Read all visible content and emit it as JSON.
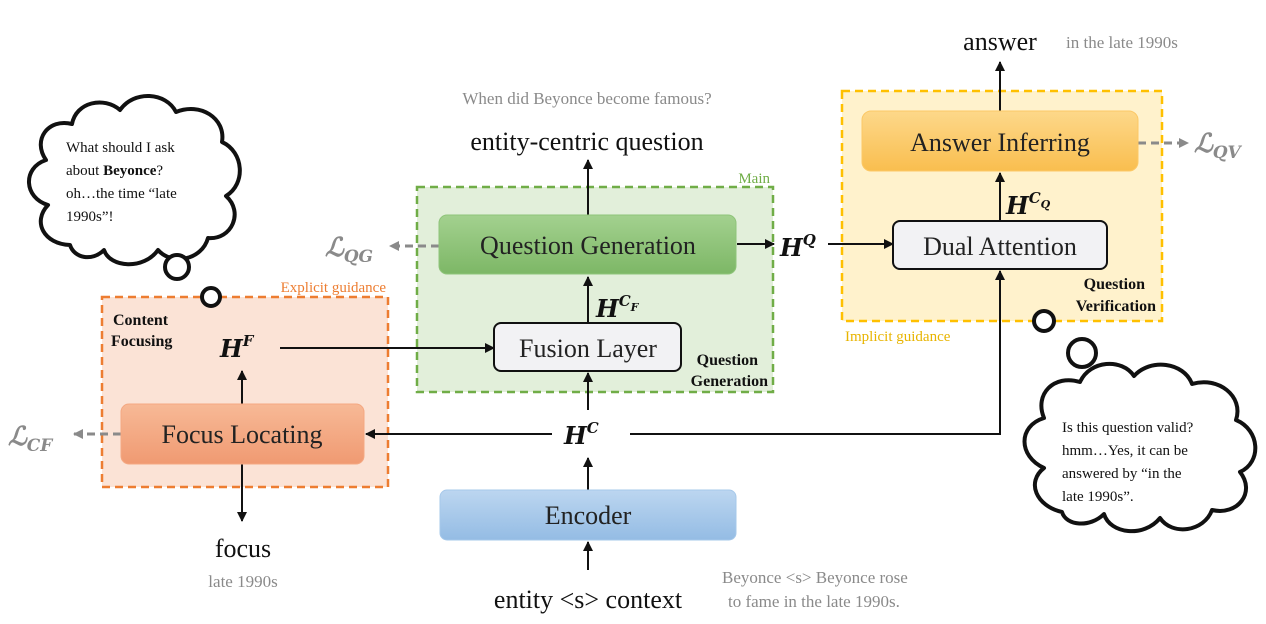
{
  "colors": {
    "focus_region_fill": "#fbe3d6",
    "focus_region_stroke": "#ed7d31",
    "main_region_fill": "#e2efda",
    "main_region_stroke": "#70ad47",
    "verify_region_fill": "#fff2cc",
    "verify_region_stroke": "#ffc000",
    "focus_box": "#f4a882",
    "qgen_box": "#8fc47a",
    "answer_box": "#fcc866",
    "encoder_box": "#a6c8ea",
    "white_box": "#f2f2f4",
    "loss_gray": "#8a8a8a"
  },
  "regions": {
    "focus": {
      "label": "Explicit guidance",
      "tag_line1": "Content",
      "tag_line2": "Focusing"
    },
    "main": {
      "label": "Main",
      "tag_line1": "Question",
      "tag_line2": "Generation"
    },
    "verify": {
      "label": "Implicit guidance",
      "tag_line1": "Question",
      "tag_line2": "Verification"
    }
  },
  "boxes": {
    "focus_locating": "Focus Locating",
    "question_generation": "Question Generation",
    "fusion_layer": "Fusion Layer",
    "encoder": "Encoder",
    "answer_inferring": "Answer Inferring",
    "dual_attention": "Dual Attention"
  },
  "symbols": {
    "hf_base": "H",
    "hf_sup": "F",
    "hc_base": "H",
    "hc_sup": "C",
    "hcf_base": "H",
    "hcf_sup": "C",
    "hcf_sub": "F",
    "hq_base": "H",
    "hq_sup": "Q",
    "hcq_base": "H",
    "hcq_sup": "C",
    "hcq_sub": "Q"
  },
  "losses": {
    "cf_base": "ℒ",
    "cf_sub": "CF",
    "qg_base": "ℒ",
    "qg_sub": "QG",
    "qv_base": "ℒ",
    "qv_sub": "QV"
  },
  "labels": {
    "focus": "focus",
    "focus_example": "late 1990s",
    "input": "entity <s> context",
    "input_example_line1": "Beyonce <s> Beyonce rose",
    "input_example_line2": "to fame in the late 1990s.",
    "question": "entity-centric question",
    "question_example": "When did Beyonce become famous?",
    "answer": "answer",
    "answer_example": "in the late 1990s"
  },
  "bubbles": {
    "left": {
      "line1": "What should I ask",
      "line2_pre": "about ",
      "line2_bold": "Beyonce",
      "line2_post": "?",
      "line3": "oh…the time “late",
      "line4": "1990s”!"
    },
    "right": {
      "line1": "Is this question valid?",
      "line2": "hmm…Yes, it can be",
      "line3": "answered by “in the",
      "line4": "late 1990s”."
    }
  }
}
